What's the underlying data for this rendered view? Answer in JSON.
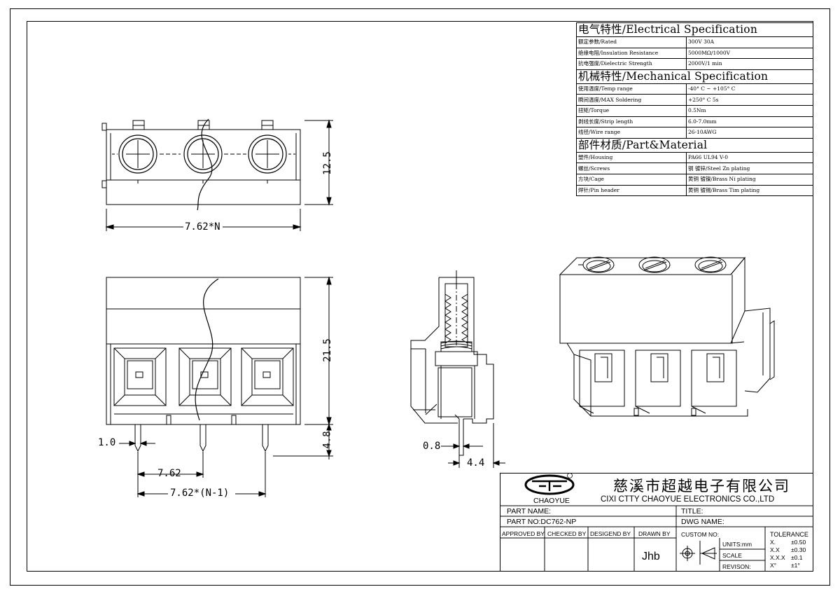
{
  "spec_table": {
    "electrical": {
      "title": "电气特性/Electrical Specification",
      "rows": [
        {
          "label": "额定参数/Rated",
          "value": "300V  30A"
        },
        {
          "label": "绝缘电阻/Insulation Resistance",
          "value": "5000MΩ/1000V"
        },
        {
          "label": "抗电强度/Dielectric Strength",
          "value": "2000V/1 min"
        }
      ]
    },
    "mechanical": {
      "title": "机械特性/Mechanical Specification",
      "rows": [
        {
          "label": "使用温度/Temp range",
          "value": "-40° C ~ +105° C"
        },
        {
          "label": "瞬间温度/MAX Soldering",
          "value": "+250° C   5s"
        },
        {
          "label": "扭矩/Torque",
          "value": "0.5Nm"
        },
        {
          "label": "剥线长度/Strip length",
          "value": "6.0-7.0mm"
        },
        {
          "label": "线径/Wire range",
          "value": "26-10AWG"
        }
      ]
    },
    "material": {
      "title": "部件材质/Part&Material",
      "rows": [
        {
          "label": "塑件/Housing",
          "value": "PA66 UL94 V-0"
        },
        {
          "label": "螺丝/Screws",
          "value": "钢 镀锌/Steel Zn plating"
        },
        {
          "label": "方块/Cage",
          "value": "黄铜 镀镍/Brass Ni plating"
        },
        {
          "label": "焊针/Pin header",
          "value": "黄铜 镀锡/Brass Tim plating"
        }
      ]
    }
  },
  "dimensions": {
    "height_top": "12.5",
    "width_top": "7.62*N",
    "height_front": "21.5",
    "pin_length": "4.8",
    "pin_width": "1.0",
    "pitch": "7.62",
    "pitch_total": "7.62*(N-1)",
    "pin_thickness": "0.8",
    "pin_offset": "4.4"
  },
  "title_block": {
    "logo_text": "CHAOYUE",
    "company_cn": "慈溪市超越电子有限公司",
    "company_en": "CIXI CTTY CHAOYUE ELECTRONICS CO.,LTD",
    "part_name_label": "PART NAME:",
    "title_label": "TITLE:",
    "part_no_label": "PART NO:DC762-NP",
    "dwg_name_label": "DWG NAME:",
    "approved_by": "APPROVED BY",
    "checked_by": "CHECKED BY",
    "designed_by": "DESIGEND BY",
    "drawn_by": "DRAWN BY",
    "drawn_by_value": "Jhb",
    "custom_no": "CUSTOM NO:",
    "units": "UNITS:mm",
    "scale": "SCALE",
    "revision": "REVISON:",
    "tolerance_title": "TOLERANCE",
    "tolerances": [
      {
        "k": "X.",
        "v": "±0.50"
      },
      {
        "k": "X.X",
        "v": "±0.30"
      },
      {
        "k": "X.X.X",
        "v": "±0.1"
      },
      {
        "k": "X°",
        "v": "±1°"
      }
    ]
  }
}
